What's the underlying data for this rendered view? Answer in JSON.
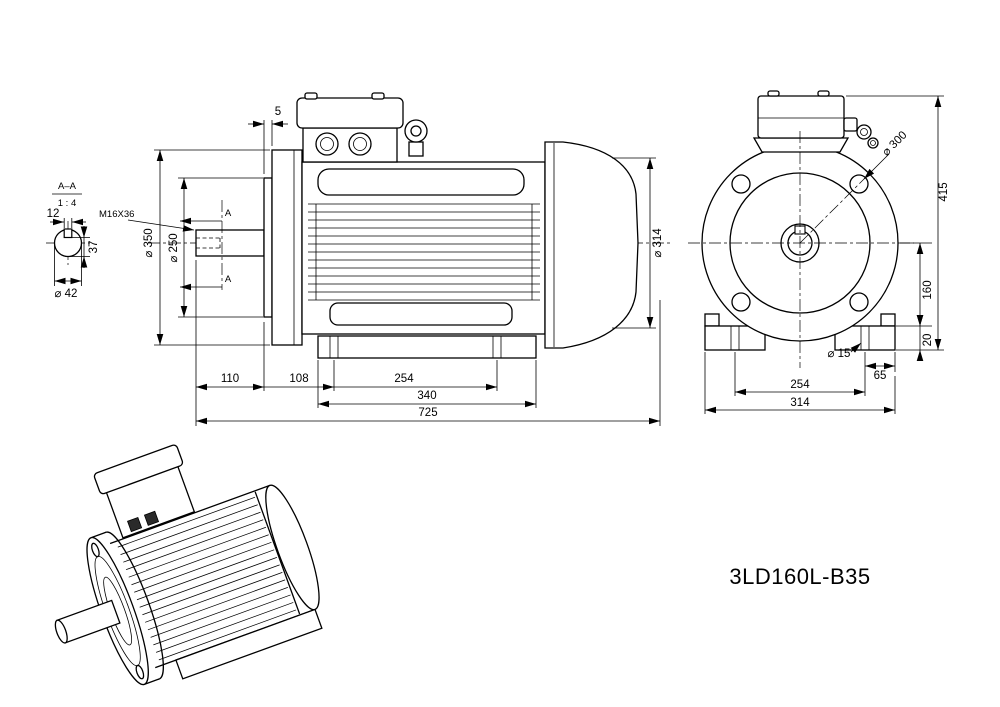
{
  "model_label": "3LD160L-B35",
  "section": {
    "name": "A–A",
    "scale": "1 : 4",
    "marker": "A"
  },
  "dims": {
    "spigot_protrusion": "5",
    "key_width": "12",
    "key_height": "37",
    "shaft_thread": "M16X36",
    "flange_outer_dia": "⌀ 350",
    "spigot_dia": "⌀ 250",
    "shaft_dia": "⌀ 42",
    "shaft_length": "110",
    "flange_to_foot": "108",
    "foot_spacing_side": "254",
    "foot_length": "340",
    "total_length": "725",
    "body_dia": "⌀ 314",
    "bolt_circle_dia": "⌀ 300",
    "total_height": "415",
    "shaft_height": "160",
    "foot_thickness": "20",
    "foot_hole_dia": "⌀ 15",
    "foot_hole_to_edge": "65",
    "foot_spacing_front": "254",
    "foot_width": "314"
  }
}
